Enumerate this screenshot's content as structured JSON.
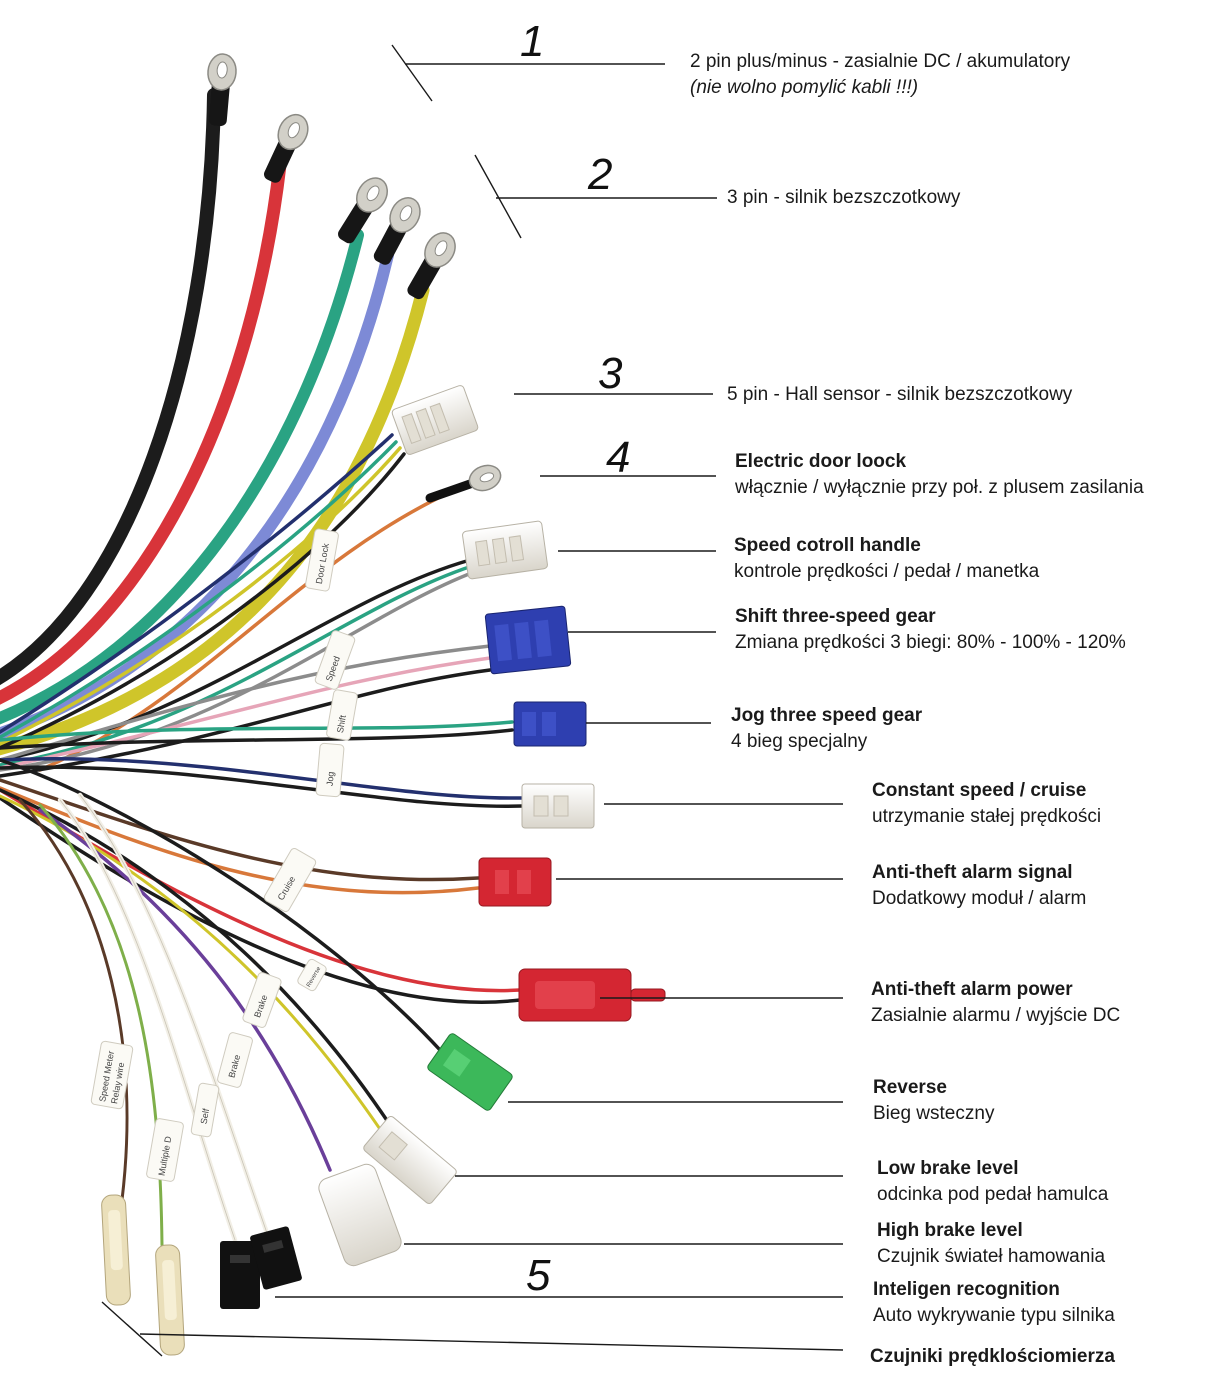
{
  "numbers": [
    "1",
    "2",
    "3",
    "4",
    "5"
  ],
  "labels": [
    {
      "title": "2 pin plus/minus - zasialnie DC / akumulatory",
      "subtitle": "(nie wolno pomylić kabli !!!)"
    },
    {
      "title": "3 pin - silnik bezszczotkowy",
      "subtitle": ""
    },
    {
      "title": "5 pin - Hall sensor - silnik bezszczotkowy",
      "subtitle": ""
    },
    {
      "title": "Electric door loock",
      "subtitle": "włącznie / wyłącznie przy poł. z plusem zasilania"
    },
    {
      "title": "Speed cotroll handle",
      "subtitle": "kontrole prędkości / pedał / manetka"
    },
    {
      "title": "Shift three-speed gear",
      "subtitle": "Zmiana prędkości 3 biegi: 80% - 100% - 120%"
    },
    {
      "title": "Jog three speed gear",
      "subtitle": "4 bieg specjalny"
    },
    {
      "title": "Constant speed / cruise",
      "subtitle": "utrzymanie stałej prędkości"
    },
    {
      "title": "Anti-theft alarm signal",
      "subtitle": "Dodatkowy moduł / alarm"
    },
    {
      "title": "Anti-theft alarm power",
      "subtitle": "Zasialnie alarmu / wyjście DC"
    },
    {
      "title": "Reverse",
      "subtitle": "Bieg wsteczny"
    },
    {
      "title": "Low brake level",
      "subtitle": "odcinka pod pedał hamulca"
    },
    {
      "title": "High brake level",
      "subtitle": "Czujnik świateł hamowania"
    },
    {
      "title": "Inteligen recognition",
      "subtitle": "Auto wykrywanie typu silnika"
    },
    {
      "title": "Czujniki prędklościomierza",
      "subtitle": ""
    }
  ],
  "tag_texts": [
    "Door Lock",
    "Speed",
    "Shift",
    "Jog",
    "Cruise",
    "Reverse",
    "Brake",
    "Brake",
    "Self",
    "Multiple D",
    "Speed Meter",
    "Relay wire"
  ],
  "wire_colors": {
    "black": "#1c1c1c",
    "red": "#d8343a",
    "green": "#2aa383",
    "blue": "#7d8ad6",
    "yellow": "#cfc52a",
    "orange": "#d8783a",
    "white": "#f2efe6",
    "purple": "#6a3f9a",
    "grey": "#8c8c8c",
    "pink": "#e6a5b8",
    "brown": "#5a3a28",
    "lightgreen": "#7faf4a",
    "darkblue": "#23306e"
  },
  "connector_colors": {
    "white": "#f4f1ea",
    "blue": "#2e3fb0",
    "red": "#d42632",
    "green": "#3cb85a",
    "black": "#111111"
  }
}
